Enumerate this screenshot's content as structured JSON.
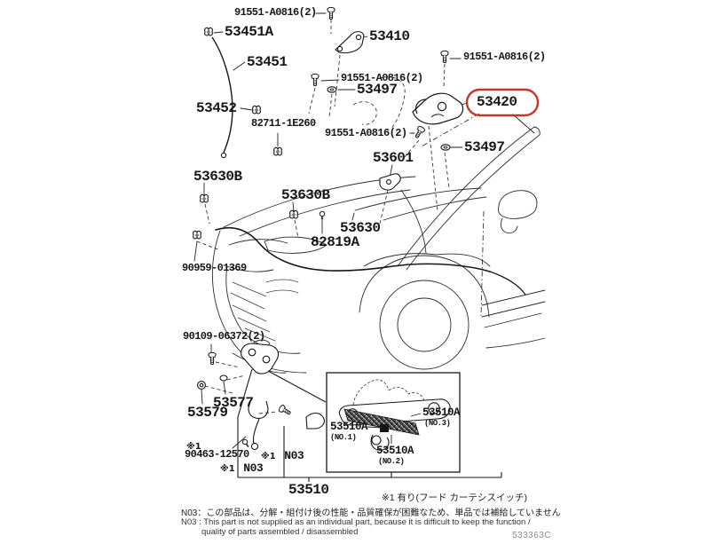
{
  "highlight_color": "#c0392b",
  "parts": {
    "bolt_top": "91551-A0816(2)",
    "bolt_mid": "91551-A0816(2)",
    "bolt_right": "91551-A0816(2)",
    "bolt_lower": "91551-A0816(2)",
    "rod_clip": "53451A",
    "hinge": "53410",
    "rod": "53451",
    "grommet_a": "53497",
    "grommet_b": "53497",
    "lock_highlight": "53420",
    "clip_53452": "53452",
    "clamp": "82711-1E260",
    "support": "53601",
    "clip_b1": "53630B",
    "clip_b2": "53630B",
    "cable": "53630",
    "screw_82819a": "82819A",
    "clip_90959": "90959-01369",
    "bolt_90109": "90109-06372(2)",
    "part_53577": "53577",
    "part_53579": "53579",
    "screw_90463": "90463-12570",
    "lock_assy": "53510",
    "lock_sub": "53510A",
    "no1": "(NO.1)",
    "no2": "(NO.2)",
    "no3": "(NO.3)",
    "n03": "N03",
    "ref1": "※1"
  },
  "notes": {
    "inset": "※1 有り(フード カーテシスイッチ)",
    "jp_code": "N03：",
    "jp_text": "この部品は、分解・組付け後の性能・品質確保が困難なため、単品では補給していません",
    "en_code": "N03 :",
    "en_text1": "This part is not supplied as an individual part, because it is difficult to keep the function /",
    "en_text2": "quality of parts assembled / disassembled",
    "drawing_number": "533363C"
  }
}
